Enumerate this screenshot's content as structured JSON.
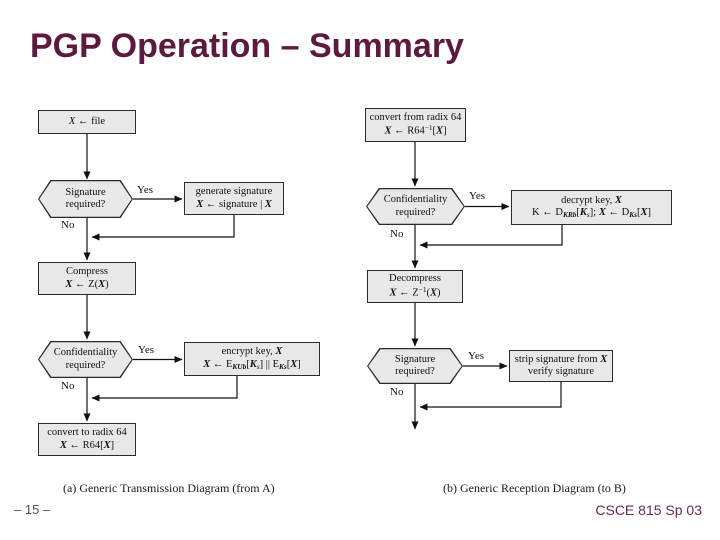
{
  "slide": {
    "title": "PGP Operation – Summary",
    "footer_left": "– 15 –",
    "footer_right": "CSCE 815 Sp 03",
    "colors": {
      "title": "#5e1a3e",
      "footer_left_color": "#5a4a62",
      "footer_right_color": "#6d2657",
      "node_fill": "#e8e8e8",
      "node_border": "#2b2b2b",
      "line": "#111111"
    }
  },
  "diagram_a": {
    "caption": "(a) Generic Transmission Diagram (from A)",
    "labels": {
      "yes_signature": "Yes",
      "no_signature": "No",
      "yes_confidentiality": "Yes",
      "no_confidentiality": "No"
    },
    "nodes": {
      "file": {
        "line1_rich": [
          {
            "t": "X",
            "i": true
          },
          {
            "t": " ← file"
          }
        ]
      },
      "signature_required": {
        "line1": "Signature",
        "line2": "required?"
      },
      "generate_signature": {
        "line1": "generate signature",
        "line2_rich": [
          {
            "t": "X",
            "i": true,
            "b": true
          },
          {
            "t": " ← signature | "
          },
          {
            "t": "X",
            "i": true,
            "b": true
          }
        ]
      },
      "compress": {
        "line1": "Compress",
        "line2_rich": [
          {
            "t": "X",
            "i": true,
            "b": true
          },
          {
            "t": " ← Z("
          },
          {
            "t": "X",
            "i": true,
            "b": true
          },
          {
            "t": ")"
          }
        ]
      },
      "confidentiality_required": {
        "line1": "Confidentiality",
        "line2": "required?"
      },
      "encrypt_key": {
        "line1_rich": [
          {
            "t": "encrypt key, "
          },
          {
            "t": "X",
            "i": true,
            "b": true
          }
        ],
        "line2_rich": [
          {
            "t": "X",
            "i": true,
            "b": true
          },
          {
            "t": " ← E"
          },
          {
            "t": "KUb",
            "s": "sub",
            "i": true,
            "b": true
          },
          {
            "t": "["
          },
          {
            "t": "K",
            "i": true,
            "b": true
          },
          {
            "t": "s",
            "s": "sub",
            "i": true
          },
          {
            "t": "] || E"
          },
          {
            "t": "Ks",
            "s": "sub",
            "i": true,
            "b": true
          },
          {
            "t": "["
          },
          {
            "t": "X",
            "i": true,
            "b": true
          },
          {
            "t": "]"
          }
        ]
      },
      "convert_to_radix64": {
        "line1": "convert to radix 64",
        "line2_rich": [
          {
            "t": "X",
            "i": true,
            "b": true
          },
          {
            "t": " ← R64["
          },
          {
            "t": "X",
            "i": true,
            "b": true
          },
          {
            "t": "]"
          }
        ]
      }
    }
  },
  "diagram_b": {
    "caption": "(b) Generic Reception Diagram (to B)",
    "labels": {
      "yes_confidentiality": "Yes",
      "no_confidentiality": "No",
      "yes_signature": "Yes",
      "no_signature": "No"
    },
    "nodes": {
      "convert_from_radix64": {
        "line1": "convert from radix 64",
        "line2_rich": [
          {
            "t": "X",
            "i": true,
            "b": true
          },
          {
            "t": " ← R64"
          },
          {
            "t": "−1",
            "s": "sup"
          },
          {
            "t": "["
          },
          {
            "t": "X",
            "i": true,
            "b": true
          },
          {
            "t": "]"
          }
        ]
      },
      "confidentiality_required": {
        "line1": "Confidentiality",
        "line2": "required?"
      },
      "decrypt_key": {
        "line1_rich": [
          {
            "t": "decrypt key, "
          },
          {
            "t": "X",
            "i": true,
            "b": true
          }
        ],
        "line2_rich": [
          {
            "t": "K ← D"
          },
          {
            "t": "KRb",
            "s": "sub",
            "i": true,
            "b": true
          },
          {
            "t": "["
          },
          {
            "t": "K",
            "i": true,
            "b": true
          },
          {
            "t": "s",
            "s": "sub",
            "i": true
          },
          {
            "t": "]; "
          },
          {
            "t": "X",
            "i": true,
            "b": true
          },
          {
            "t": " ← D"
          },
          {
            "t": "Ks",
            "s": "sub",
            "i": true,
            "b": true
          },
          {
            "t": "["
          },
          {
            "t": "X",
            "i": true,
            "b": true
          },
          {
            "t": "]"
          }
        ]
      },
      "decompress": {
        "line1": "Decompress",
        "line2_rich": [
          {
            "t": "X",
            "i": true,
            "b": true
          },
          {
            "t": " ← Z"
          },
          {
            "t": "−1",
            "s": "sup"
          },
          {
            "t": "("
          },
          {
            "t": "X",
            "i": true,
            "b": true
          },
          {
            "t": ")"
          }
        ]
      },
      "signature_required": {
        "line1": "Signature",
        "line2": "required?"
      },
      "strip_signature": {
        "line1_rich": [
          {
            "t": "strip signature from "
          },
          {
            "t": "X",
            "i": true,
            "b": true
          }
        ],
        "line2": "verify signature"
      }
    }
  }
}
